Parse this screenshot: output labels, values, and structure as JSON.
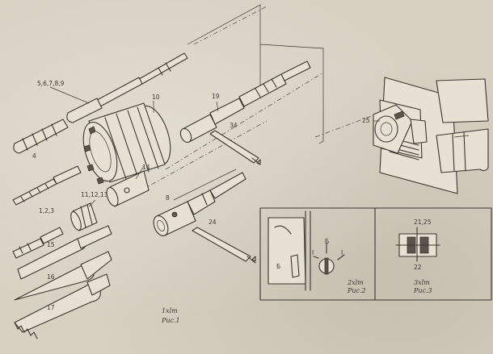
{
  "labels": {
    "n5678": "5,6,7,8,9",
    "n10": "10",
    "n19": "19",
    "n34": "34",
    "n4": "4",
    "n111213": "11,12,13",
    "n8": "8",
    "n123": "1,2,3",
    "n14": "14",
    "n24": "24",
    "n25": "25",
    "n2125": "21,25",
    "n22": "22",
    "n15": "15",
    "n16": "16",
    "n17": "17"
  },
  "insets": {
    "fig2": {
      "letter_b1": "Б",
      "letter_b2": "Б",
      "roman1": "I",
      "roman2": "I",
      "scale": "2xlm",
      "caption": "Рис.2"
    },
    "fig3": {
      "scale": "3xlm",
      "caption": "Рис.3"
    }
  },
  "figure1": {
    "scale": "1xlm",
    "caption": "Рис.1"
  }
}
